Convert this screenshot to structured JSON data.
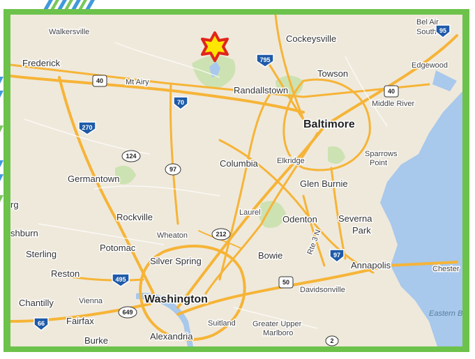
{
  "map": {
    "colors": {
      "frame": "#6cc24a",
      "land": "#efe9dc",
      "water": "#a8c8ec",
      "highway": "#f6b437",
      "park": "#cde2b2",
      "marker_fill": "#ffe600",
      "marker_stroke": "#e1251b"
    },
    "marker": {
      "icon": "star-icon"
    },
    "labels": {
      "walkersville": "Walkersville",
      "frederick": "Frederick",
      "mt_airy": "Mt Airy",
      "cockeysville": "Cockeysville",
      "bel_air": "Bel Air",
      "south": "South",
      "towson": "Towson",
      "edgewood": "Edgewood",
      "randallstown": "Randallstown",
      "middle_river": "Middle River",
      "baltimore": "Baltimore",
      "columbia": "Columbia",
      "elkridge": "Elkridge",
      "sparrows": "Sparrows",
      "point": "Point",
      "germantown": "Germantown",
      "glen_burnie": "Glen Burnie",
      "rg": "rg",
      "rockville": "Rockville",
      "laurel": "Laurel",
      "odenton": "Odenton",
      "severna": "Severna",
      "park": "Park",
      "shburn": "shburn",
      "wheaton": "Wheaton",
      "potomac": "Potomac",
      "sterling": "Sterling",
      "silver_spring": "Silver Spring",
      "bowie": "Bowie",
      "annapolis": "Annapolis",
      "chester": "Chester",
      "reston": "Reston",
      "davidsonville": "Davidsonville",
      "chantilly": "Chantilly",
      "vienna": "Vienna",
      "washington": "Washington",
      "eastern_bay": "Eastern Ba",
      "fairfax": "Fairfax",
      "suitland": "Suitland",
      "greater_upper": "Greater Upper",
      "marlboro": "Marlboro",
      "burke": "Burke",
      "alexandria": "Alexandria",
      "rte_3n": "Rte 3 N"
    },
    "shields": {
      "i95": "95",
      "i795": "795",
      "us40_west": "40",
      "i70": "70",
      "us40_east": "40",
      "i270": "270",
      "md124": "124",
      "md97": "97",
      "md212": "212",
      "i97": "97",
      "i495": "495",
      "us50": "50",
      "md649": "649",
      "i66": "66",
      "md2": "2"
    }
  }
}
